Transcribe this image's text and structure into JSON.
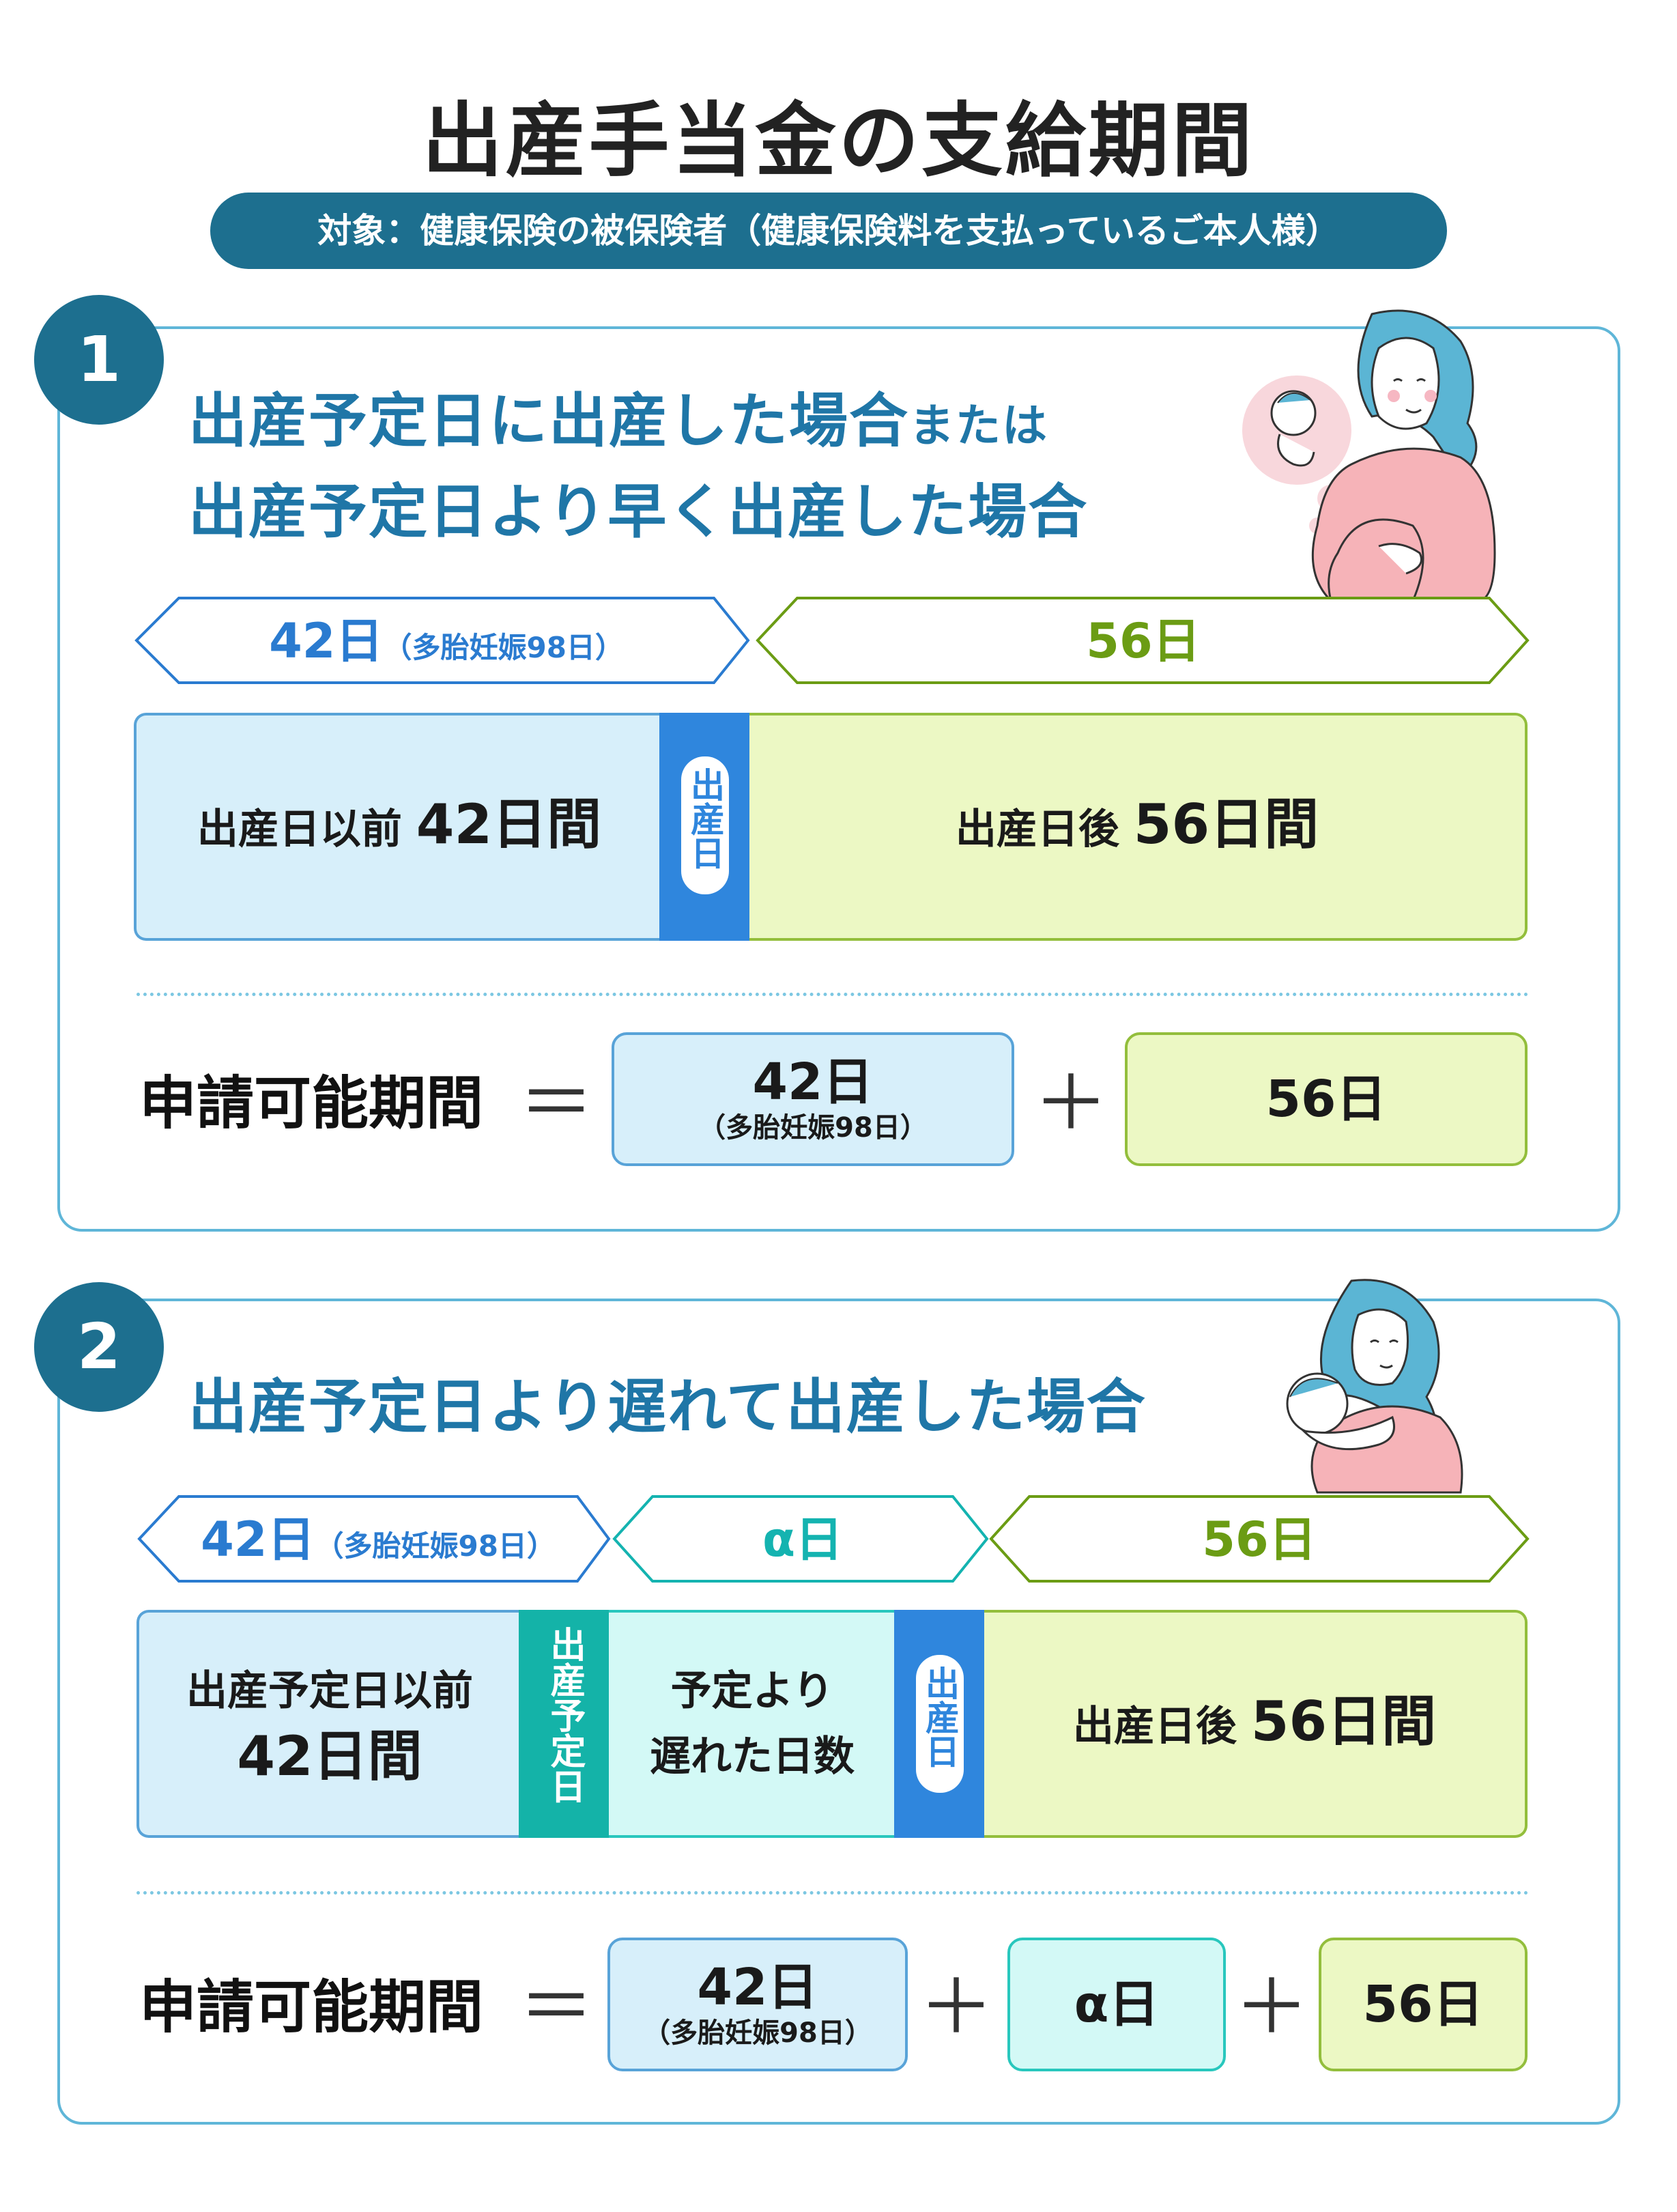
{
  "title": "出産手当金の支給期間",
  "target_label": "対象：健康保険の被保険者（健康保険料を支払っているご本人様）",
  "case1": {
    "number": "1",
    "heading_line1_main": "出産予定日に出産した場合",
    "heading_line1_suffix": "または",
    "heading_line2": "出産予定日より早く出産した場合",
    "arrow_before_main": "42日",
    "arrow_before_sub": "（多胎妊娠98日）",
    "arrow_after": "56日",
    "seg_before_prefix": "出産日以前",
    "seg_before_days": "42日間",
    "seg_birthday": "出産日",
    "seg_after_prefix": "出産日後",
    "seg_after_days": "56日間",
    "formula_label": "申請可能期間",
    "equals": "＝",
    "plus": "＋",
    "box1_main": "42日",
    "box1_sub": "（多胎妊娠98日）",
    "box2_main": "56日"
  },
  "case2": {
    "number": "2",
    "heading": "出産予定日より遅れて出産した場合",
    "arrow_before_main": "42日",
    "arrow_before_sub": "（多胎妊娠98日）",
    "arrow_alpha": "α日",
    "arrow_after": "56日",
    "seg_before_line1": "出産予定日以前",
    "seg_before_line2": "42日間",
    "seg_due_date": "出産予定日",
    "seg_delay_line1": "予定より",
    "seg_delay_line2": "遅れた日数",
    "seg_birthday": "出産日",
    "seg_after_prefix": "出産日後",
    "seg_after_days": "56日間",
    "formula_label": "申請可能期間",
    "equals": "＝",
    "plus1": "＋",
    "plus2": "＋",
    "box1_main": "42日",
    "box1_sub": "（多胎妊娠98日）",
    "box2_main": "α日",
    "box3_main": "56日"
  },
  "colors": {
    "navy": "#1d6f8f",
    "heading_blue": "#1f76a7",
    "blue": "#2a7bd0",
    "teal": "#14b3b0",
    "green": "#6b9c14",
    "pale_blue": "#d7effa",
    "pale_green": "#ecf8c4",
    "pale_teal": "#d3f9f6"
  },
  "illustrations": [
    "pregnant-woman-illustration",
    "mother-holding-baby-illustration"
  ]
}
